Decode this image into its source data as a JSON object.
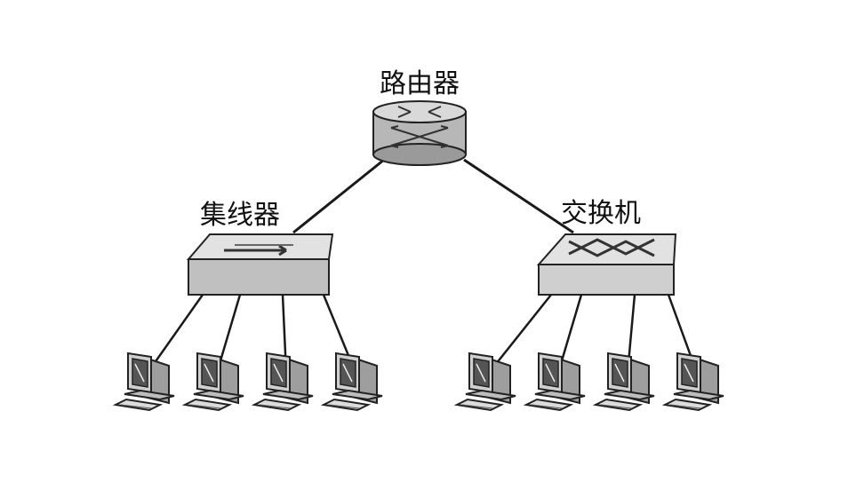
{
  "diagram": {
    "router": {
      "label": "路由器",
      "icon": "router-icon"
    },
    "hub": {
      "label": "集线器",
      "icon": "hub-icon",
      "computers": 4
    },
    "switch": {
      "label": "交换机",
      "icon": "switch-icon",
      "computers": 4
    },
    "colors": {
      "line": "#1a1a1a",
      "device_fill": "#c8c8c8",
      "device_top": "#e2e2e2",
      "device_side": "#8f8f8f"
    }
  }
}
